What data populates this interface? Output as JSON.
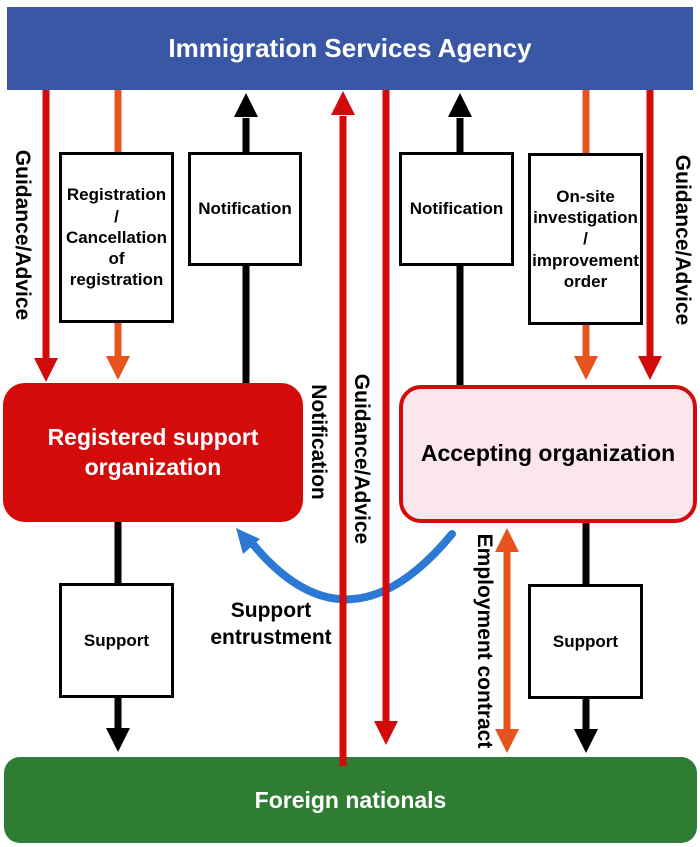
{
  "header": {
    "title": "Immigration Services Agency"
  },
  "footer": {
    "title": "Foreign nationals"
  },
  "nodes": {
    "registered_support_org": {
      "label": "Registered support organization"
    },
    "accepting_org": {
      "label": "Accepting organization"
    }
  },
  "process_boxes": {
    "registration": "Registration\n/\nCancellation\nof\nregistration",
    "notification_left": "Notification",
    "notification_right": "Notification",
    "onsite_investigation": "On-site\ninvestigation\n/\nimprovement\norder",
    "support_left": "Support",
    "support_right": "Support"
  },
  "edge_labels": {
    "guidance_left": "Guidance/Advice",
    "notification_middle": "Notification",
    "guidance_middle": "Guidance/Advice",
    "employment_contract": "Employment contract",
    "guidance_right": "Guidance/Advice",
    "support_entrustment": "Support\nentrustment"
  },
  "colors": {
    "header_blue": "#3A57A5",
    "footer_green": "#2E7D32",
    "box_red": "#D40B0B",
    "box_pink": "#FBE7EB",
    "arrow_red": "#D10A0A",
    "arrow_orange": "#E6531C",
    "arrow_black": "#000000",
    "arrow_blue": "#2B79D2"
  }
}
